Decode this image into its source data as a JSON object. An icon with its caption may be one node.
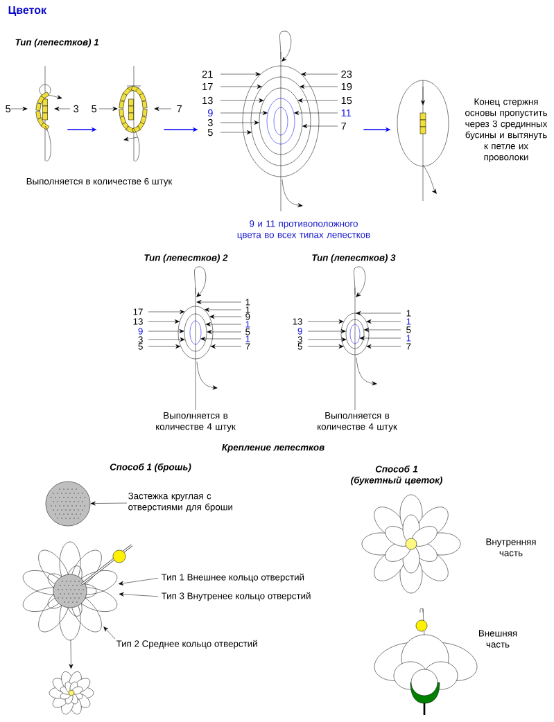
{
  "diagram": {
    "title": "Цветок",
    "nodes": [
      {
        "text": [],
        "shape": "picture",
        "beside": [
          "5",
          "3"
        ]
      },
      {
        "text": [],
        "shape": "picture",
        "beside": [
          "5",
          "7"
        ]
      },
      {
        "text": [],
        "shape": "picture",
        "beside": [
          "21",
          "17",
          "13",
          "9",
          "3",
          "5",
          "23",
          "19",
          "15",
          "11",
          "7"
        ]
      },
      {
        "text": [],
        "shape": "picture",
        "beside": [
          "Конец стержня основы пропустить через 3 срединных бусины и вытянуть к петле их проволоки"
        ]
      },
      {
        "text": [],
        "shape": "picture"
      },
      {
        "text": [
          "Застежка круглая с отверстиями для броши"
        ]
      },
      {
        "text": [],
        "shape": "picture"
      },
      {
        "text": [
          "Тип 1 Внешнее кольцо отверстий"
        ]
      },
      {
        "text": [
          "Тип 3 Внутренее кольцо отверстий"
        ]
      },
      {
        "text": [
          "Тип 2 Среднее кольцо отверстий"
        ]
      },
      {
        "text": [],
        "shape": "picture"
      }
    ],
    "edges": [
      {
        "from": 0,
        "to": 1,
        "arrow": "to",
        "color": "#0000ff"
      },
      {
        "from": 1,
        "to": 2,
        "arrow": "to",
        "color": "#0000ff"
      },
      {
        "from": 2,
        "to": 3,
        "arrow": "to",
        "color": "#0000ff"
      },
      {
        "from": 5,
        "to": 4,
        "arrow": "to"
      },
      {
        "from": 7,
        "to": 6,
        "arrow": "to"
      },
      {
        "from": 8,
        "to": 6,
        "arrow": "to"
      },
      {
        "from": 9,
        "to": 6,
        "arrow": "to"
      },
      {
        "from": 6,
        "to": 10,
        "arrow": "to"
      }
    ],
    "labels": [
      "Тип (лепестков) 1",
      "Выполняется в количестве 6 штук",
      "9 и 11 противоположного цвета во всех типах лепестков",
      "Тип (лепестков) 2",
      "Тип (лепестков) 3",
      "17",
      "13",
      "9",
      "3",
      "5",
      "1",
      "1",
      "9",
      "1",
      "5",
      "1",
      "7",
      "13",
      "9",
      "3",
      "5",
      "1",
      "1",
      "5",
      "1",
      "7",
      "Выполняется в количестве 4 штук",
      "Выполняется в количестве 4 штук",
      "Крепление лепестков",
      "Способ 1 (брошь)",
      "Способ 1 (букетный цветок)",
      "Внутренняя часть",
      "Внешняя часть"
    ]
  }
}
